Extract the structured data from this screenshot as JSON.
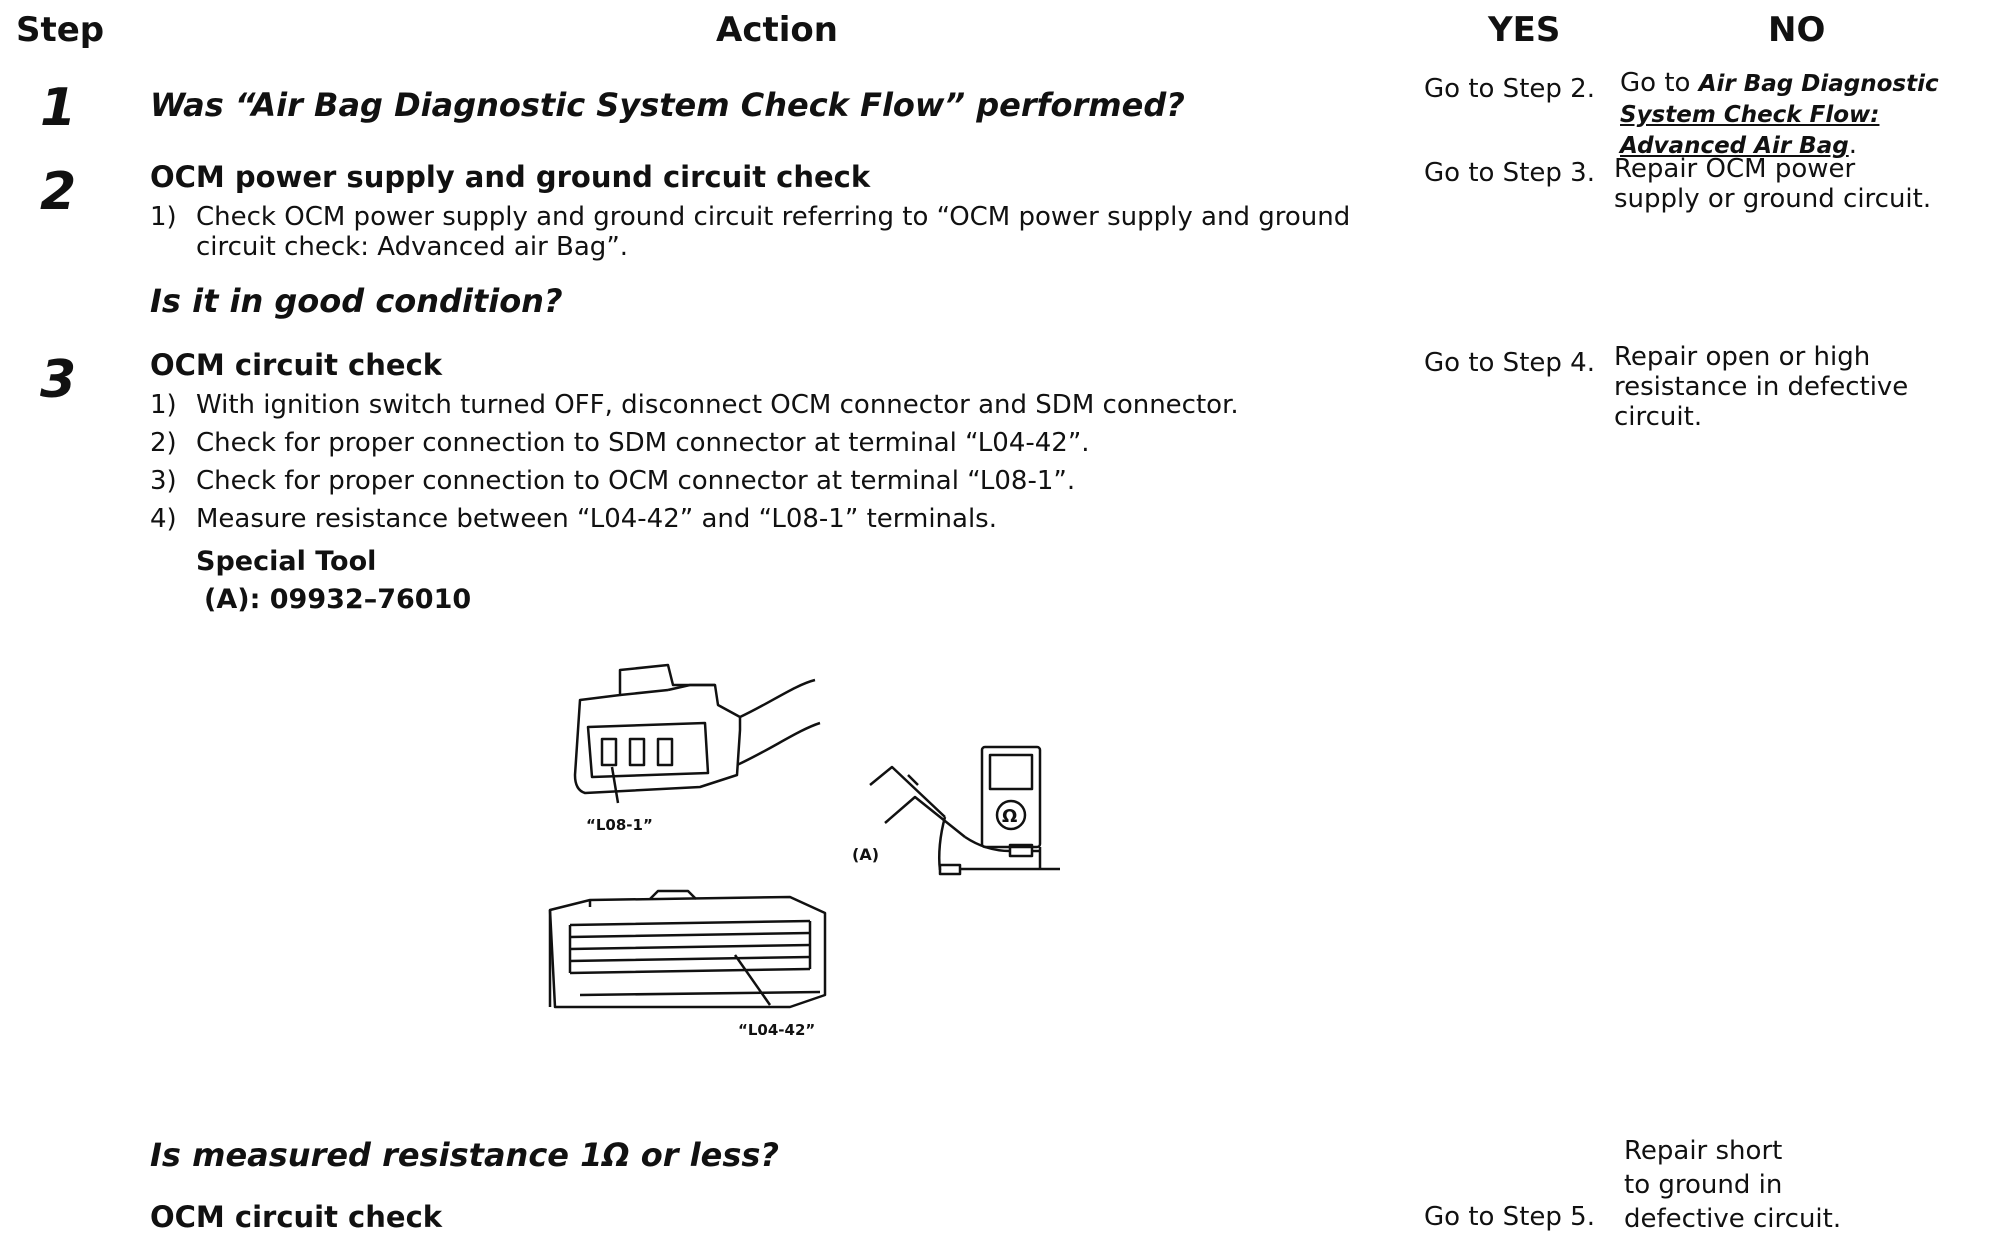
{
  "headers": {
    "step": "Step",
    "action": "Action",
    "yes": "YES",
    "no": "NO"
  },
  "step1": {
    "number": "1",
    "question": "Was “Air Bag Diagnostic System Check Flow” performed?",
    "yes": "Go to Step 2.",
    "no_prefix": "Go to",
    "no_link1": "Air Bag Diagnostic",
    "no_link2": "System Check Flow:",
    "no_link3": "Advanced Air Bag",
    "no_suffix": "."
  },
  "step2": {
    "number": "2",
    "title": "OCM power supply and ground circuit check",
    "items": [
      {
        "num": "1)",
        "line1": "Check OCM power supply and ground circuit referring to “OCM power supply and ground",
        "line2": "circuit check: Advanced air Bag”."
      }
    ],
    "question": "Is it in good condition?",
    "yes": "Go to Step 3.",
    "no_line1": "Repair OCM power",
    "no_line2": "supply or ground circuit."
  },
  "step3": {
    "number": "3",
    "title": "OCM circuit check",
    "items": [
      {
        "num": "1)",
        "text": "With ignition switch turned OFF, disconnect OCM connector and SDM connector."
      },
      {
        "num": "2)",
        "text": "Check for proper connection to SDM connector at terminal “L04-42”."
      },
      {
        "num": "3)",
        "text": "Check for proper connection to OCM connector at terminal “L08-1”."
      },
      {
        "num": "4)",
        "text": "Measure resistance between “L04-42” and “L08-1” terminals."
      }
    ],
    "special_tool_label": "Special Tool",
    "special_tool_value": "(A): 09932–76010",
    "figure": {
      "label_l08": "“L08-1”",
      "label_l04": "“L04-42”",
      "label_a": "(A)",
      "meter_symbol": "Ω"
    },
    "question": "Is measured resistance 1Ω or less?",
    "yes": "Go to Step 4.",
    "no_line1": "Repair open or high",
    "no_line2": "resistance in defective",
    "no_line3": "circuit."
  },
  "step4": {
    "title": "OCM circuit check",
    "yes": "Go to Step 5.",
    "no_line1": "Repair short",
    "no_line2": "to ground in",
    "no_line3": "defective circuit."
  }
}
